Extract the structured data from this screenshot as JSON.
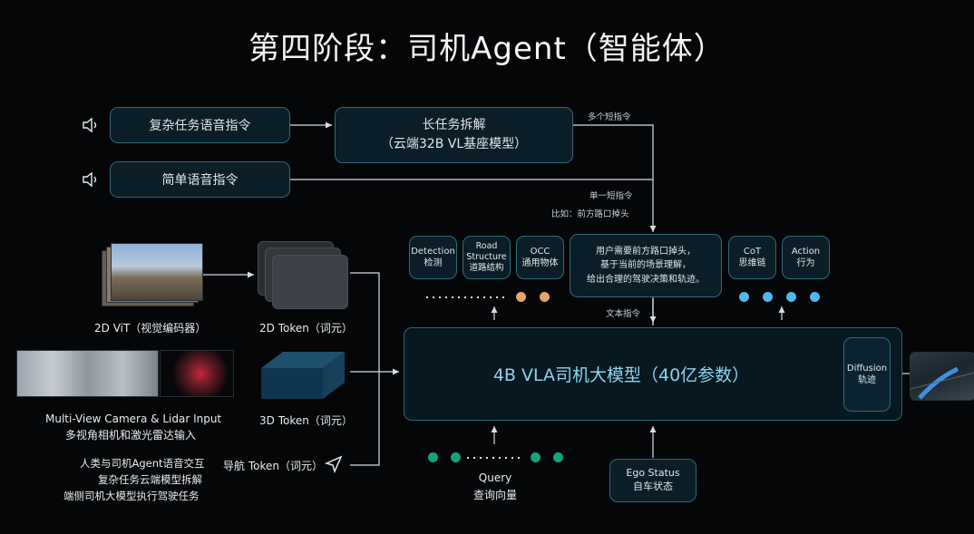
{
  "title": "第四阶段：司机Agent（智能体）",
  "voice_inputs": {
    "complex": "复杂任务语音指令",
    "simple": "简单语音指令"
  },
  "decompose": {
    "line1": "长任务拆解",
    "line2": "（云端32B VL基座模型）"
  },
  "edge_labels": {
    "multi_short": "多个短指令",
    "single_short": "单一短指令",
    "example": "比如：前方路口掉头",
    "text_cmd": "文本指令"
  },
  "outputs": {
    "detection": [
      "Detection",
      "检测"
    ],
    "road": [
      "Road",
      "Structure",
      "道路结构"
    ],
    "occ": [
      "OCC",
      "通用物体"
    ],
    "reasoning": [
      "用户需要前方路口掉头，",
      "基于当前的场景理解，",
      "给出合理的驾驶决策和轨迹。"
    ],
    "cot": [
      "CoT",
      "思维链"
    ],
    "action": [
      "Action",
      "行为"
    ]
  },
  "vla": {
    "label": "4B VLA司机大模型（40亿参数）",
    "diffusion": [
      "Diffusion",
      "轨迹"
    ]
  },
  "left_inputs": {
    "vit": "2D ViT（视觉编码器）",
    "token2d": "2D Token（词元）",
    "camera_en": "Multi-View Camera & Lidar Input",
    "camera_cn": "多视角相机和激光雷达输入",
    "token3d": "3D Token（词元）",
    "nav_token": "导航 Token（词元）"
  },
  "query": [
    "Query",
    "查询向量"
  ],
  "ego": [
    "Ego Status",
    "自车状态"
  ],
  "notes": [
    "人类与司机Agent语音交互",
    "复杂任务云端模型拆解",
    "端侧司机大模型执行驾驶任务"
  ],
  "colors": {
    "accent_blue": "#4fb9ea",
    "dot_orange": "#e3a56b",
    "dot_teal": "#17a47a",
    "box_border": "#2e6b7c"
  },
  "icons": [
    "speaker-icon",
    "navigation-arrow-icon"
  ]
}
